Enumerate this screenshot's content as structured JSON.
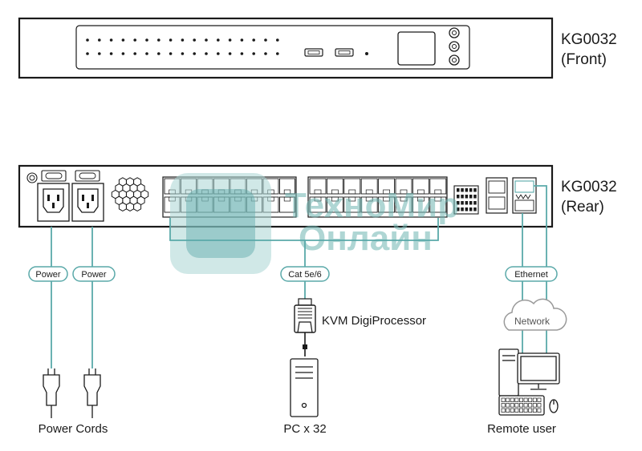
{
  "front": {
    "model": "KG0032",
    "view": "(Front)"
  },
  "rear": {
    "model": "KG0032",
    "view": "(Rear)"
  },
  "connections": {
    "power_1": "Power",
    "power_2": "Power",
    "cat": "Cat 5e/6",
    "ethernet": "Ethernet",
    "network": "Network"
  },
  "devices": {
    "kvm": "KVM DigiProcessor",
    "power_cords": "Power Cords",
    "pc": "PC x 32",
    "remote_user": "Remote user"
  },
  "watermark": {
    "line1": "ТехноМир",
    "line2": "Онлайн"
  },
  "colors": {
    "cable": "#5aa9a9",
    "outline": "#1a1a1a",
    "pill_border": "#5aa9a9",
    "watermark": "#6fb6b2"
  }
}
